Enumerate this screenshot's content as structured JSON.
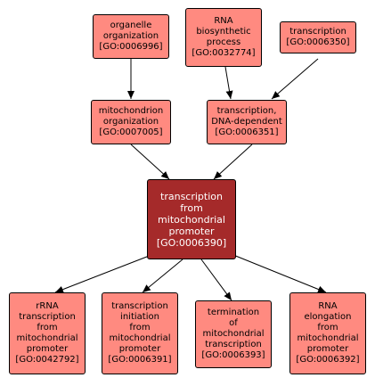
{
  "colors": {
    "node_fill": "#ff8a80",
    "focus_fill": "#a52a2a",
    "edge": "#000000"
  },
  "nodes": [
    {
      "id": "organelle",
      "lines": [
        "organelle",
        "organization",
        "[GO:0006996]"
      ]
    },
    {
      "id": "rnabio",
      "lines": [
        "RNA",
        "biosynthetic",
        "process",
        "[GO:0032774]"
      ]
    },
    {
      "id": "transcription",
      "lines": [
        "transcription",
        "[GO:0006350]"
      ]
    },
    {
      "id": "mito_org",
      "lines": [
        "mitochondrion",
        "organization",
        "[GO:0007005]"
      ]
    },
    {
      "id": "dna_dep",
      "lines": [
        "transcription,",
        "DNA-dependent",
        "[GO:0006351]"
      ]
    },
    {
      "id": "focus",
      "lines": [
        "transcription",
        "from",
        "mitochondrial",
        "promoter",
        "[GO:0006390]"
      ]
    },
    {
      "id": "rrna",
      "lines": [
        "rRNA",
        "transcription",
        "from",
        "mitochondrial",
        "promoter",
        "[GO:0042792]"
      ]
    },
    {
      "id": "init",
      "lines": [
        "transcription",
        "initiation",
        "from",
        "mitochondrial",
        "promoter",
        "[GO:0006391]"
      ]
    },
    {
      "id": "term",
      "lines": [
        "termination",
        "of",
        "mitochondrial",
        "transcription",
        "[GO:0006393]"
      ]
    },
    {
      "id": "elong",
      "lines": [
        "RNA",
        "elongation",
        "from",
        "mitochondrial",
        "promoter",
        "[GO:0006392]"
      ]
    }
  ]
}
